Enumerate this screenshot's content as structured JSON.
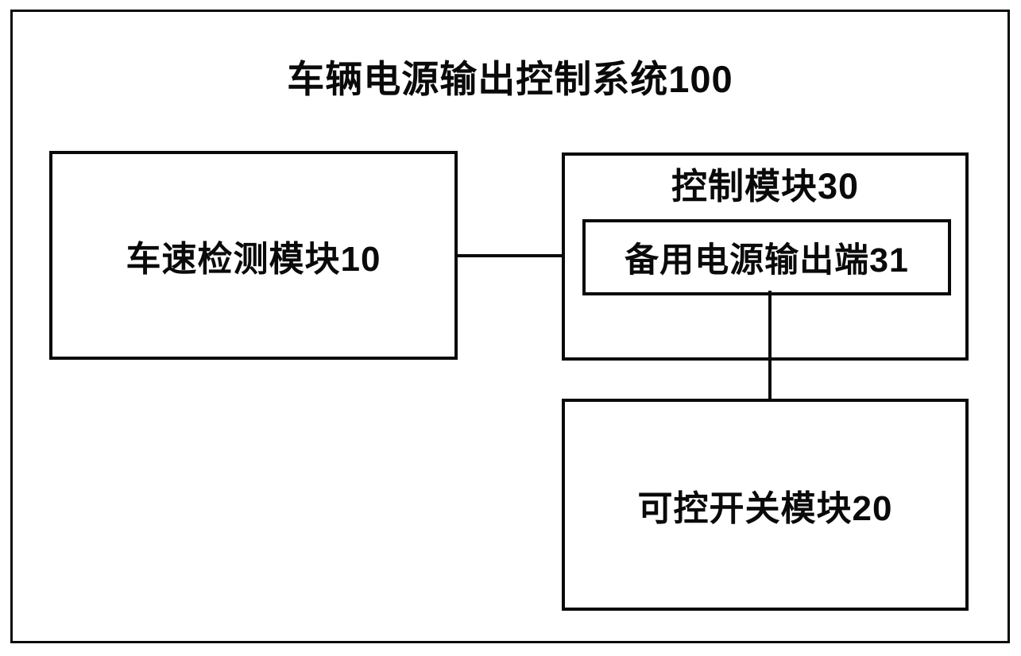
{
  "figure": {
    "title": "车辆电源输出控制系统100",
    "blocks": {
      "speed_detection_module": {
        "label": "车速检测模块10"
      },
      "control_module": {
        "label": "控制模块30"
      },
      "backup_power_output_terminal": {
        "label": "备用电源输出端31"
      },
      "controllable_switch_module": {
        "label": "可控开关模块20"
      }
    },
    "connections": [
      {
        "from": "车速检测模块10",
        "to": "控制模块30",
        "style": "horizontal-line"
      },
      {
        "from": "备用电源输出端31",
        "to": "可控开关模块20",
        "style": "vertical-line"
      }
    ],
    "colors": {
      "line": "#0a0a0a",
      "background": "#ffffff",
      "text": "#0a0a0a"
    }
  }
}
